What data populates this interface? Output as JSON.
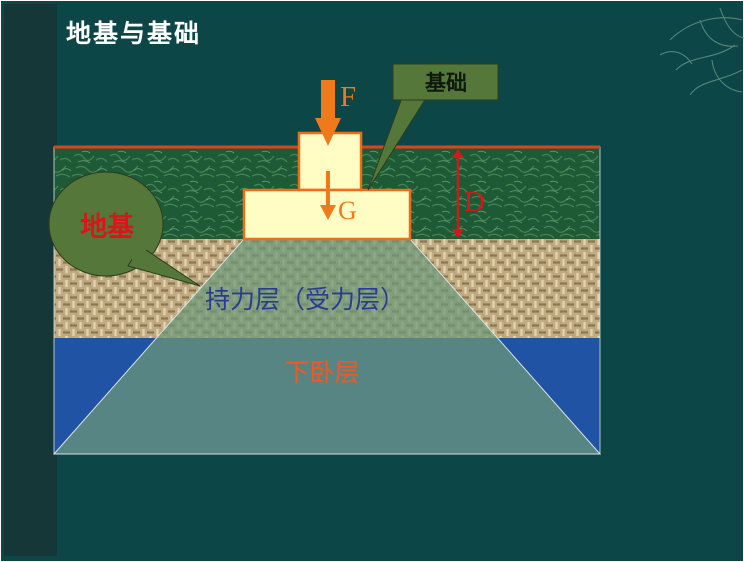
{
  "slide": {
    "title": "地基与基础",
    "foundation_label": "基础",
    "ground_label": "地基",
    "force_label": "F",
    "weight_label": "G",
    "depth_label": "D",
    "bearing_layer_label": "持力层（受力层）",
    "underlying_layer_label": "下卧层"
  },
  "colors": {
    "slide_background": "#0d4646",
    "left_strip": "#163737",
    "topsoil": "#1f5a36",
    "bearing_layer": "#c1ab82",
    "underlying_layer": "#2053a3",
    "footing_fill": "#fffdc4",
    "footing_border": "#ef6d14",
    "force_arrow": "#ef7a1b",
    "ground_line": "#e0421a",
    "depth_marker": "#d8151a",
    "callout_fill": "#55773a",
    "pressure_zone": "#6b9878",
    "bearing_text": "#283c93",
    "underlying_text": "#ee5a21"
  }
}
